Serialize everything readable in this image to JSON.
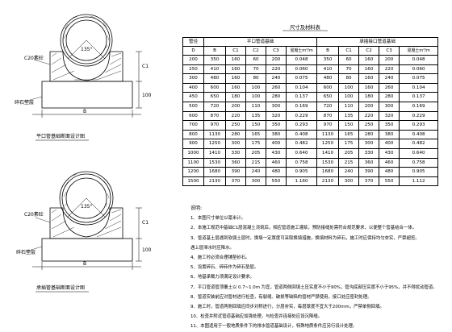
{
  "top_figure": {
    "labels": {
      "c20": "C20素砼",
      "gravel": "碎石垫层",
      "angle": "135°",
      "dim_c1": "C1",
      "dim_b": "B",
      "dim_100": "100"
    },
    "caption": "平口管基础断面设计图"
  },
  "bottom_figure": {
    "labels": {
      "c20": "C20素砼",
      "gravel": "碎石垫层",
      "angle": "135°",
      "dim_c1": "C1",
      "dim_b": "B",
      "dim_100": "100"
    },
    "caption": "承插管基础断面设计图"
  },
  "table": {
    "title": "尺寸及材料表",
    "header": {
      "col0a": "管径",
      "col0b": "D",
      "group1": "平口管道基础",
      "group2": "承插接口管道基础",
      "sub1": [
        "B",
        "C1",
        "C2",
        "C3",
        "混凝土m³/m"
      ],
      "sub2": [
        "B",
        "C1",
        "C2",
        "C3",
        "混凝土m³/m"
      ]
    },
    "rows": [
      [
        "200",
        "350",
        "160",
        "60",
        "200",
        "0.048",
        "350",
        "60",
        "160",
        "200",
        "0.048"
      ],
      [
        "250",
        "410",
        "160",
        "70",
        "220",
        "0.060",
        "410",
        "70",
        "160",
        "220",
        "0.060"
      ],
      [
        "300",
        "480",
        "160",
        "80",
        "240",
        "0.075",
        "480",
        "80",
        "160",
        "240",
        "0.075"
      ],
      [
        "400",
        "600",
        "160",
        "100",
        "260",
        "0.104",
        "600",
        "100",
        "160",
        "260",
        "0.104"
      ],
      [
        "450",
        "650",
        "180",
        "100",
        "280",
        "0.137",
        "650",
        "100",
        "180",
        "280",
        "0.137"
      ],
      [
        "500",
        "720",
        "200",
        "110",
        "300",
        "0.169",
        "720",
        "110",
        "200",
        "300",
        "0.169"
      ],
      [
        "600",
        "870",
        "220",
        "135",
        "320",
        "0.229",
        "870",
        "135",
        "220",
        "320",
        "0.229"
      ],
      [
        "700",
        "970",
        "250",
        "150",
        "350",
        "0.293",
        "970",
        "150",
        "250",
        "350",
        "0.293"
      ],
      [
        "800",
        "1130",
        "280",
        "165",
        "380",
        "0.408",
        "1130",
        "165",
        "280",
        "380",
        "0.408"
      ],
      [
        "900",
        "1250",
        "300",
        "175",
        "400",
        "0.482",
        "1250",
        "175",
        "300",
        "400",
        "0.482"
      ],
      [
        "1000",
        "1410",
        "330",
        "205",
        "430",
        "0.640",
        "1410",
        "205",
        "330",
        "430",
        "0.640"
      ],
      [
        "1100",
        "1530",
        "360",
        "215",
        "460",
        "0.758",
        "1530",
        "215",
        "360",
        "460",
        "0.758"
      ],
      [
        "1200",
        "1680",
        "390",
        "240",
        "480",
        "0.905",
        "1680",
        "240",
        "390",
        "480",
        "0.905"
      ],
      [
        "1500",
        "2130",
        "370",
        "300",
        "550",
        "1.160",
        "2130",
        "300",
        "370",
        "550",
        "1.112"
      ]
    ]
  },
  "notes": {
    "title": "说明:",
    "items": [
      "1、本图尺寸单位以毫米计。",
      "2、本施工规范中基础C1层混凝土浇筑后，相应管道施工灌浆，预防接缝处需符合规范要求，以便整个管基结合一体。",
      "3、管道基土层遇到软弱土层时，换填一定厚度可采取换填措施，换填材料为碎石，施工时应保持均匀夯实，严禁超挖。",
      "   遇上层滞水时应降水。",
      "4、施工时必须合理铺垫砂石。",
      "5、设置碎石、碎砖作为碎石垫层。",
      "6、地基承载力须满足设计要求。",
      "7、平口管道管顶覆土以 0.7~1.0m 为宜，管道两侧回填土压实度不小于90%，管沟底部压实度不小于95%，并不得扰动管道。",
      "8、管道安装前应对管材进行检查，有裂缝、破损等缺陷的管材严禁使用，接口处应密封处理。",
      "9、施工时，管道两侧回填应同步对称进行，分层夯实，每层厚度不宜大于200mm，严禁单侧回填。",
      "10、检查井附近管道基础应加强处理，与检查井连接处应设沉降缝。",
      "11、本图适用于一般地质条件下的排水管道基础设计，特殊地质条件应另行设计处理。"
    ]
  }
}
